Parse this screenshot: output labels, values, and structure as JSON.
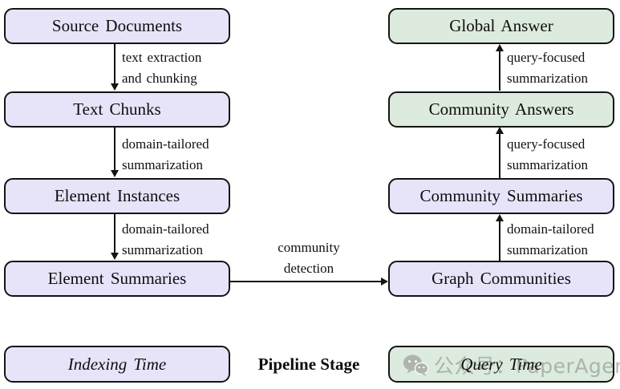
{
  "boxes": {
    "source_documents": {
      "label": "Source Documents",
      "stage": "indexing"
    },
    "text_chunks": {
      "label": "Text Chunks",
      "stage": "indexing"
    },
    "element_instances": {
      "label": "Element Instances",
      "stage": "indexing"
    },
    "element_summaries": {
      "label": "Element Summaries",
      "stage": "indexing"
    },
    "graph_communities": {
      "label": "Graph Communities",
      "stage": "indexing"
    },
    "community_summaries": {
      "label": "Community Summaries",
      "stage": "indexing"
    },
    "community_answers": {
      "label": "Community Answers",
      "stage": "query"
    },
    "global_answer": {
      "label": "Global Answer",
      "stage": "query"
    }
  },
  "edges": {
    "source_to_chunks": {
      "lines": [
        "text extraction",
        "and chunking"
      ]
    },
    "chunks_to_instances": {
      "lines": [
        "domain-tailored",
        "summarization"
      ]
    },
    "instances_to_summaries": {
      "lines": [
        "domain-tailored",
        "summarization"
      ]
    },
    "summaries_to_communities": {
      "lines": [
        "community",
        "detection"
      ]
    },
    "communities_to_comm_summaries": {
      "lines": [
        "domain-tailored",
        "summarization"
      ]
    },
    "comm_summaries_to_answers": {
      "lines": [
        "query-focused",
        "summarization"
      ]
    },
    "answers_to_global": {
      "lines": [
        "query-focused",
        "summarization"
      ]
    }
  },
  "legend": {
    "indexing_time": "Indexing Time",
    "pipeline_stage": "Pipeline Stage",
    "query_time": "Query Time"
  },
  "watermark": {
    "icon": "wechat-icon",
    "text": "公众号：PaperAgent"
  },
  "colors": {
    "indexing_fill": "#e7e4fa",
    "query_fill": "#dcebdd",
    "border": "#141414",
    "watermark_gray": "#9aa29b"
  }
}
